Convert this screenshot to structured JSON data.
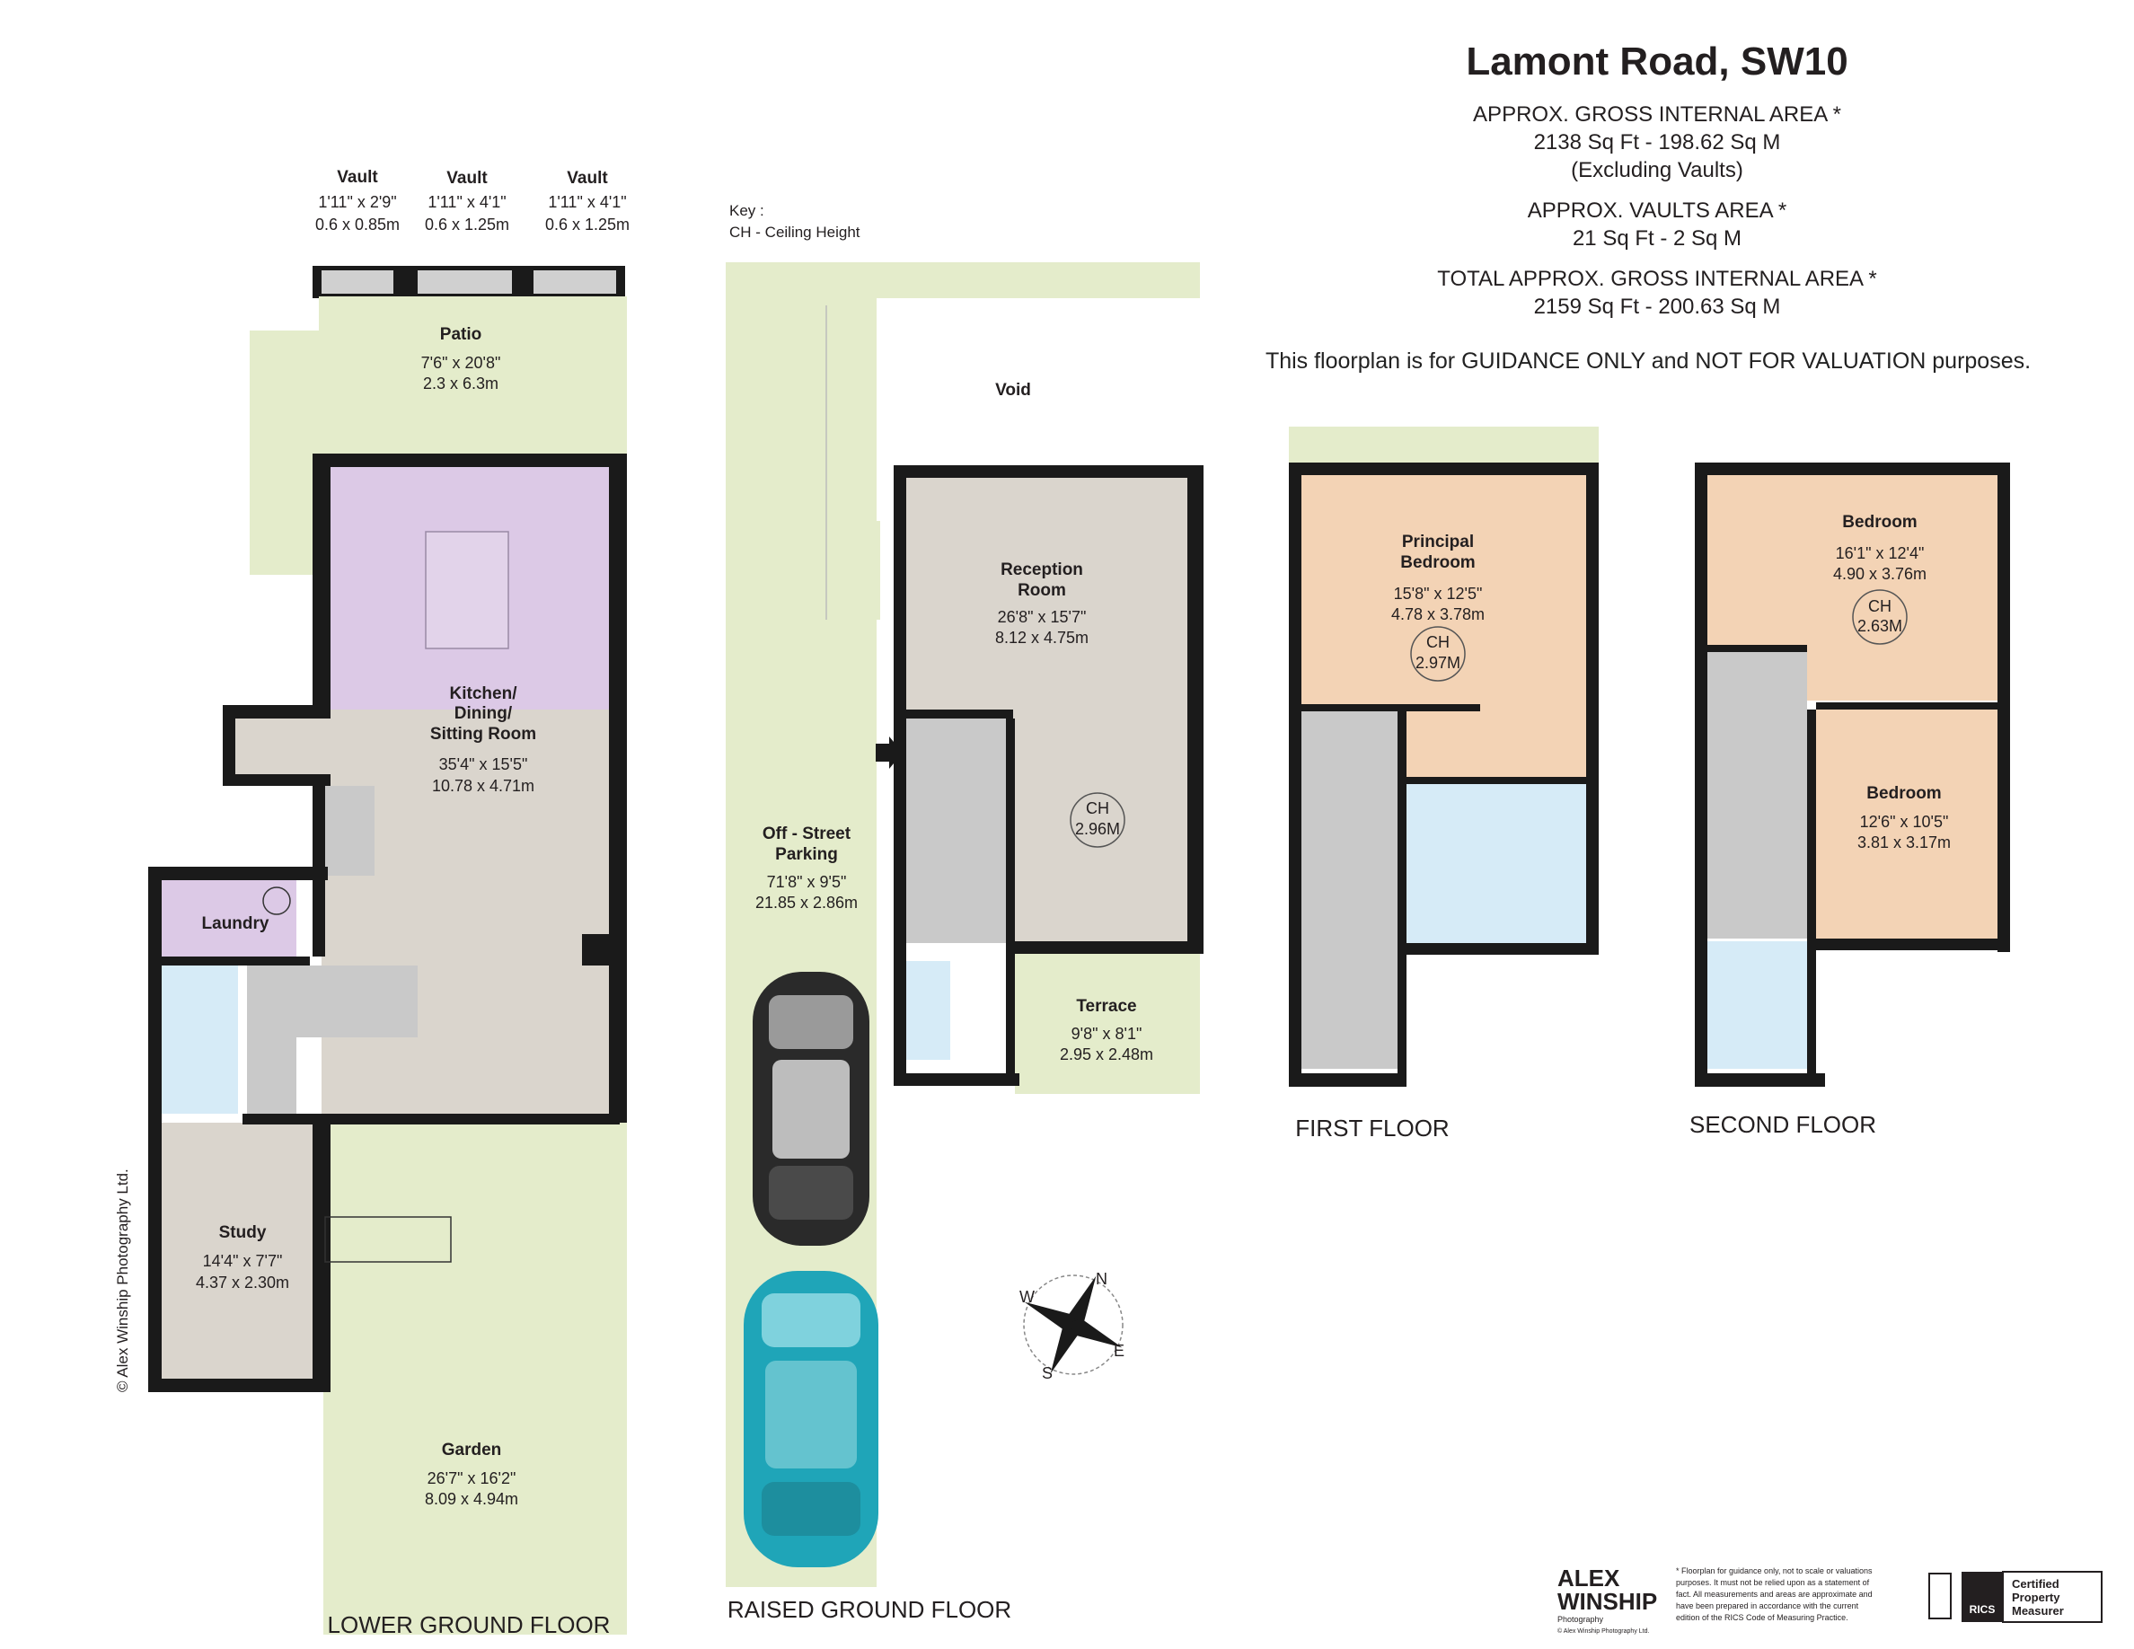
{
  "header": {
    "title": "Lamont Road, SW10",
    "gia_label": "APPROX. GROSS INTERNAL  AREA *",
    "gia_value": "2138 Sq Ft  -  198.62 Sq M",
    "gia_note": "(Excluding Vaults)",
    "vaults_label": "APPROX. VAULTS  AREA *",
    "vaults_value": "21 Sq Ft  -  2 Sq M",
    "total_label": "TOTAL  APPROX. GROSS INTERNAL  AREA *",
    "total_value": "2159 Sq Ft  -  200.63 Sq M",
    "guidance": "This floorplan is for GUIDANCE ONLY and NOT FOR VALUATION purposes."
  },
  "key": {
    "title": "Key :",
    "item": "CH - Ceiling Height"
  },
  "floors": {
    "lower_ground": "LOWER GROUND FLOOR",
    "raised_ground": "RAISED GROUND FLOOR",
    "first": "FIRST FLOOR",
    "second": "SECOND FLOOR"
  },
  "rooms": {
    "vault1": {
      "name": "Vault",
      "imp": "1'11\" x 2'9\"",
      "met": "0.6 x 0.85m"
    },
    "vault2": {
      "name": "Vault",
      "imp": "1'11\" x 4'1\"",
      "met": "0.6 x 1.25m"
    },
    "vault3": {
      "name": "Vault",
      "imp": "1'11\" x 4'1\"",
      "met": "0.6 x 1.25m"
    },
    "patio": {
      "name": "Patio",
      "imp": "7'6\" x 20'8\"",
      "met": "2.3 x 6.3m"
    },
    "kitchen": {
      "name1": "Kitchen/",
      "name2": "Dining/",
      "name3": "Sitting Room",
      "imp": "35'4\" x 15'5\"",
      "met": "10.78 x 4.71m"
    },
    "laundry": {
      "name": "Laundry"
    },
    "study": {
      "name": "Study",
      "imp": "14'4\" x 7'7\"",
      "met": "4.37 x 2.30m"
    },
    "garden": {
      "name": "Garden",
      "imp": "26'7\" x 16'2\"",
      "met": "8.09 x 4.94m"
    },
    "void": {
      "name": "Void"
    },
    "reception": {
      "name1": "Reception",
      "name2": "Room",
      "imp": "26'8\" x 15'7\"",
      "met": "8.12 x 4.75m",
      "ch": "CH",
      "ch_val": "2.96M"
    },
    "parking": {
      "name1": "Off - Street",
      "name2": "Parking",
      "imp": "71'8\" x 9'5\"",
      "met": "21.85 x 2.86m"
    },
    "terrace": {
      "name": "Terrace",
      "imp": "9'8\" x 8'1\"",
      "met": "2.95 x 2.48m"
    },
    "principal": {
      "name1": "Principal",
      "name2": "Bedroom",
      "imp": "15'8\" x 12'5\"",
      "met": "4.78 x 3.78m",
      "ch": "CH",
      "ch_val": "2.97M"
    },
    "bed2": {
      "name": "Bedroom",
      "imp": "16'1\" x 12'4\"",
      "met": "4.90 x 3.76m",
      "ch": "CH",
      "ch_val": "2.63M"
    },
    "bed3": {
      "name": "Bedroom",
      "imp": "12'6\" x 10'5\"",
      "met": "3.81 x 3.17m"
    }
  },
  "compass": {
    "n": "N",
    "s": "S",
    "e": "E",
    "w": "W"
  },
  "copyright": "© Alex Winship Photography Ltd.",
  "footer": {
    "logo_line1": "ALEX",
    "logo_line2": "WINSHIP",
    "logo_sub": "Photography",
    "logo_small": "© Alex Winship Photography Ltd.",
    "disclaimer": [
      "* Floorplan for guidance only, not to scale or valuations",
      "purposes. It must not be relied upon as a statement of",
      "fact. All measurements and areas are approximate and",
      "have been prepared in accordance with the current",
      "edition of the RICS Code of Measuring Practice."
    ],
    "rics": "RICS",
    "certified1": "Certified",
    "certified2": "Property",
    "certified3": "Measurer"
  },
  "colors": {
    "wall": "#1a1a1a",
    "outdoor": "#e4eccb",
    "kitchen": "#dcc9e6",
    "reception": "#dad5cd",
    "bedroom": "#f3d3b5",
    "bathroom": "#d6ebf7",
    "stairs": "#c9c9c9"
  }
}
